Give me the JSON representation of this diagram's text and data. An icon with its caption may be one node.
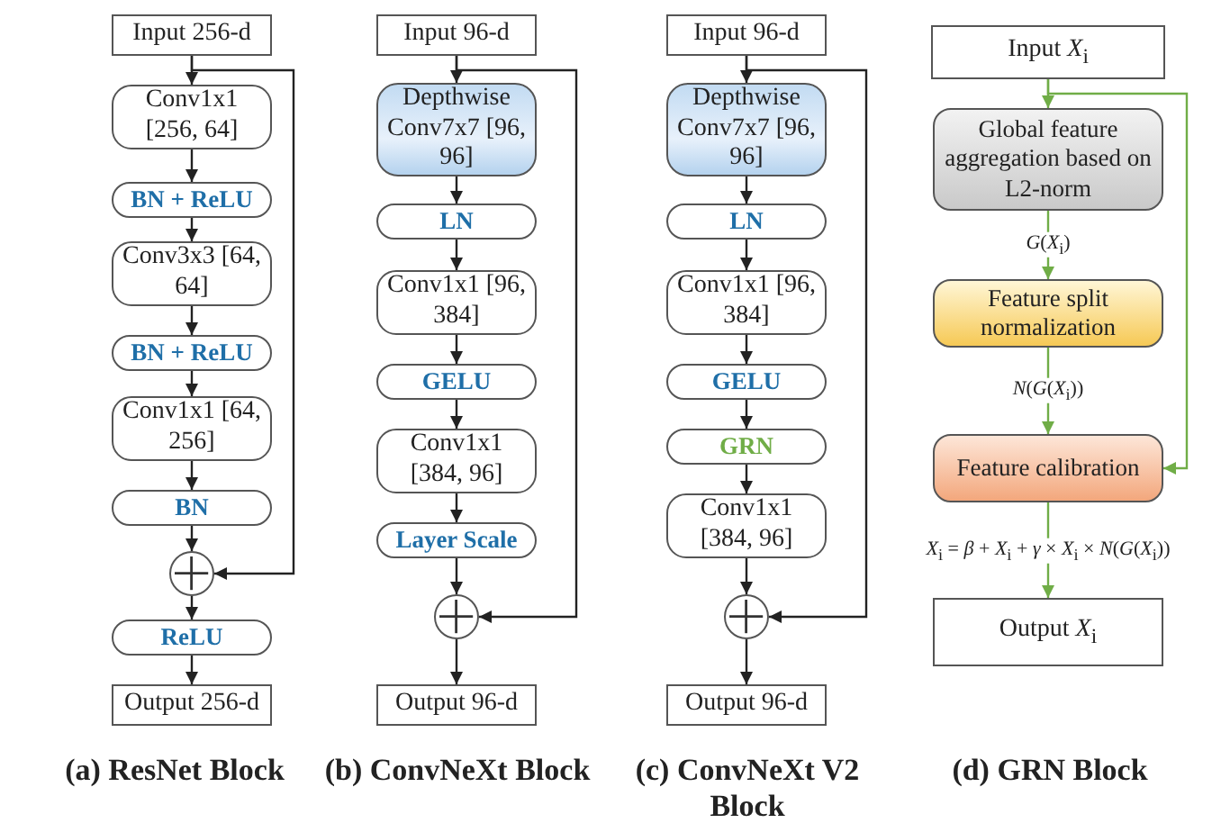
{
  "diagram": {
    "nodes": [
      {
        "text": [
          "Input 256-d"
        ]
      },
      {
        "text": [
          "Conv1x1 [256, 64]"
        ]
      },
      {
        "text": [
          "BN + ReLU"
        ]
      },
      {
        "text": [
          "Conv3x3 [64, 64]"
        ]
      },
      {
        "text": [
          "BN + ReLU"
        ]
      },
      {
        "text": [
          "Conv1x1 [64, 256]"
        ]
      },
      {
        "text": [
          "BN"
        ]
      },
      {
        "text": [],
        "shape": "circle"
      },
      {
        "text": [
          "ReLU"
        ]
      },
      {
        "text": [
          "Output 256-d"
        ]
      },
      {
        "text": [
          "Input 96-d"
        ]
      },
      {
        "text": [
          "Depthwise Conv7x7 [96, 96]"
        ]
      },
      {
        "text": [
          "LN"
        ]
      },
      {
        "text": [
          "Conv1x1 [96, 384]"
        ]
      },
      {
        "text": [
          "GELU"
        ]
      },
      {
        "text": [
          "Conv1x1 [384, 96]"
        ]
      },
      {
        "text": [
          "Layer Scale"
        ]
      },
      {
        "text": [],
        "shape": "circle"
      },
      {
        "text": [
          "Output 96-d"
        ]
      },
      {
        "text": [
          "Input 96-d"
        ]
      },
      {
        "text": [
          "Depthwise Conv7x7 [96, 96]"
        ]
      },
      {
        "text": [
          "LN"
        ]
      },
      {
        "text": [
          "Conv1x1 [96, 384]"
        ]
      },
      {
        "text": [
          "GELU"
        ]
      },
      {
        "text": [
          "GRN"
        ]
      },
      {
        "text": [
          "Conv1x1 [384, 96]"
        ]
      },
      {
        "text": [],
        "shape": "circle"
      },
      {
        "text": [
          "Output 96-d"
        ]
      },
      {
        "text": [
          "Input *X*$_{i}$"
        ]
      },
      {
        "text": [
          "Global feature aggregation based on L2-norm"
        ]
      },
      {
        "text": [
          "Feature split normalization"
        ]
      },
      {
        "text": [
          "Feature calibration"
        ]
      },
      {
        "text": [
          "Output *X*$_{i}$"
        ]
      }
    ],
    "edges": [
      {
        "from": 0,
        "to": 1,
        "arrow": "to"
      },
      {
        "from": 1,
        "to": 2,
        "arrow": "to"
      },
      {
        "from": 2,
        "to": 3,
        "arrow": "to"
      },
      {
        "from": 3,
        "to": 4,
        "arrow": "to"
      },
      {
        "from": 4,
        "to": 5,
        "arrow": "to"
      },
      {
        "from": 5,
        "to": 6,
        "arrow": "to"
      },
      {
        "from": 6,
        "to": 7,
        "arrow": "to"
      },
      {
        "from": 7,
        "to": 8,
        "arrow": "to"
      },
      {
        "from": 8,
        "to": 9,
        "arrow": "to"
      },
      {
        "from": 0,
        "to": 7,
        "arrow": "to"
      },
      {
        "from": 10,
        "to": 11,
        "arrow": "to"
      },
      {
        "from": 11,
        "to": 12,
        "arrow": "to"
      },
      {
        "from": 12,
        "to": 13,
        "arrow": "to"
      },
      {
        "from": 13,
        "to": 14,
        "arrow": "to"
      },
      {
        "from": 14,
        "to": 15,
        "arrow": "to"
      },
      {
        "from": 15,
        "to": 16,
        "arrow": "to"
      },
      {
        "from": 16,
        "to": 17,
        "arrow": "to"
      },
      {
        "from": 17,
        "to": 18,
        "arrow": "to"
      },
      {
        "from": 10,
        "to": 17,
        "arrow": "to"
      },
      {
        "from": 19,
        "to": 20,
        "arrow": "to"
      },
      {
        "from": 20,
        "to": 21,
        "arrow": "to"
      },
      {
        "from": 21,
        "to": 22,
        "arrow": "to"
      },
      {
        "from": 22,
        "to": 23,
        "arrow": "to"
      },
      {
        "from": 23,
        "to": 24,
        "arrow": "to"
      },
      {
        "from": 24,
        "to": 25,
        "arrow": "to"
      },
      {
        "from": 25,
        "to": 26,
        "arrow": "to"
      },
      {
        "from": 26,
        "to": 27,
        "arrow": "to"
      },
      {
        "from": 19,
        "to": 26,
        "arrow": "to"
      },
      {
        "from": 28,
        "to": 29,
        "arrow": "to",
        "color": "#70ad47"
      },
      {
        "from": 29,
        "to": 30,
        "arrow": "to",
        "color": "#70ad47",
        "label": "*G*(*X*$_{i}$)"
      },
      {
        "from": 30,
        "to": 31,
        "arrow": "to",
        "color": "#70ad47",
        "label": "*N*(*G*(*X*$_{i}$))"
      },
      {
        "from": 31,
        "to": 32,
        "arrow": "to",
        "color": "#70ad47",
        "label": "*X*$_{i}$ = *β* + *X*$_{i}$ + *γ* × *X*$_{i}$ × *N*(*G*(*X*$_{i}$))"
      },
      {
        "from": 28,
        "to": 31,
        "arrow": "to",
        "color": "#70ad47"
      }
    ],
    "labels": [
      "(a) ResNet Block",
      "(b) ConvNeXt Block",
      "(c) ConvNeXt V2 Block",
      "(d) GRN Block"
    ]
  }
}
